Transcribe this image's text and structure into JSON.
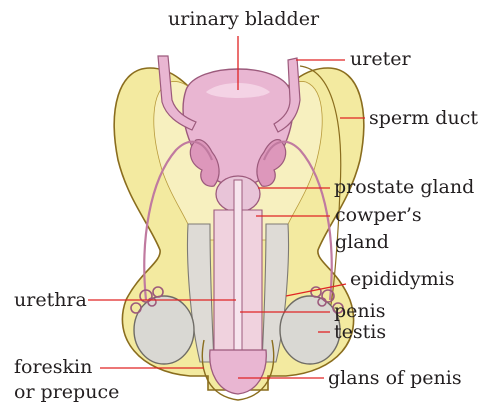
{
  "labels": {
    "urinary_bladder": "urinary bladder",
    "ureter": "ureter",
    "sperm_duct": "sperm duct",
    "prostate_gland": "prostate gland",
    "cowpers_line1": "cowper’s",
    "cowpers_line2": "gland",
    "epididymis": "epididymis",
    "urethra": "urethra",
    "penis": "penis",
    "testis": "testis",
    "foreskin_line1": "foreskin",
    "foreskin_line2": "or prepuce",
    "glans": "glans of penis"
  },
  "colors": {
    "tissue_yellow": "#f3eaa0",
    "tissue_outline": "#8a6d1e",
    "bladder_pink": "#e9b6d2",
    "organ_pink": "#e8c4d8",
    "shaft_pink": "#f0d2de",
    "testis_gray": "#d9d8d3",
    "leader_red": "#e02424"
  }
}
